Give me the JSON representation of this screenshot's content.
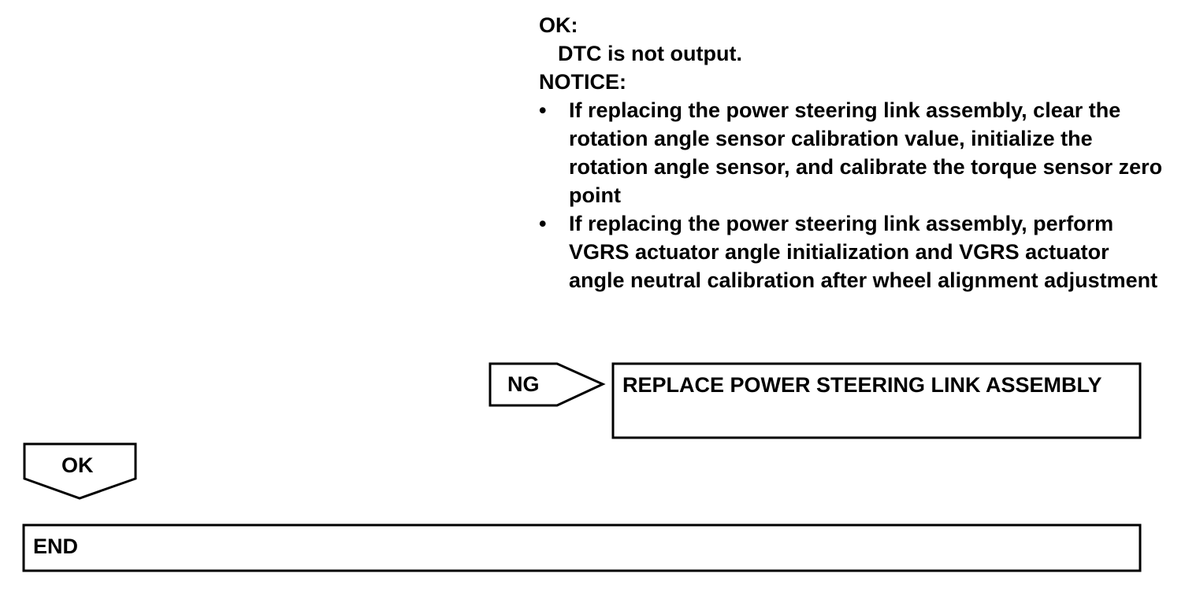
{
  "note": {
    "ok_heading": "OK:",
    "ok_text": "DTC is not output.",
    "notice_heading": "NOTICE:",
    "bullet_symbol": "•",
    "bullets": [
      "If replacing the power steering link assembly, clear the rotation angle sensor calibration value, initialize the rotation angle sensor, and calibrate the torque sensor zero point",
      "If replacing the power steering link assembly, perform VGRS actuator angle initialization and VGRS actuator angle neutral calibration after wheel alignment adjustment"
    ]
  },
  "flow": {
    "ng_label": "NG",
    "replace_box": "REPLACE POWER STEERING LINK ASSEMBLY",
    "ok_label": "OK",
    "end_box": "END"
  },
  "colors": {
    "line": "#000000",
    "background": "#ffffff"
  }
}
